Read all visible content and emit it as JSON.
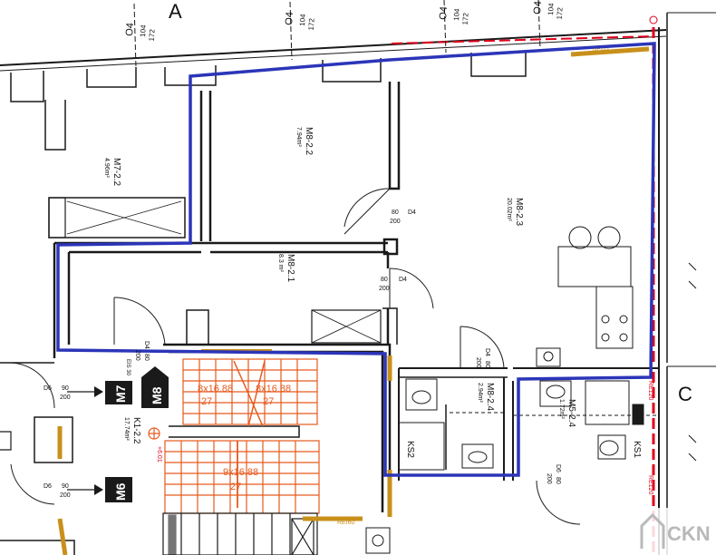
{
  "axes": {
    "top_letter": "A",
    "right_letter": "C",
    "grid_marks": [
      {
        "top": "O4",
        "mid": "104",
        "bot": "172"
      },
      {
        "top": "O4",
        "mid": "104",
        "bot": "172"
      },
      {
        "top": "O4",
        "mid": "104",
        "bot": "172"
      },
      {
        "top": "O4",
        "mid": "104",
        "bot": "172"
      }
    ]
  },
  "rooms": [
    {
      "id": "M7-2.2",
      "area": "4.96m²"
    },
    {
      "id": "M8-2.2",
      "area": "7.94m²"
    },
    {
      "id": "M8-2.3",
      "area": "20.02m²"
    },
    {
      "id": "M8-2.1",
      "area": "8.3 m²"
    },
    {
      "id": "M8-2.4",
      "area": "2.94m²"
    },
    {
      "id": "M5-2.4",
      "area": "1.72m²"
    },
    {
      "id": "K1-2.2",
      "area": "17.74m²"
    }
  ],
  "doors": [
    {
      "w": "80",
      "h": "200",
      "code": "D4"
    },
    {
      "w": "80",
      "h": "200",
      "code": "D4"
    },
    {
      "w": "80",
      "h": "200",
      "code": "D4"
    },
    {
      "w": "80",
      "h": "200",
      "code": "D4"
    },
    {
      "w": "90",
      "h": "200",
      "code": "D6"
    },
    {
      "w": "90",
      "h": "200",
      "code": "D6"
    },
    {
      "w": "80",
      "h": "200",
      "code": "D6"
    }
  ],
  "units": {
    "m7": "M7",
    "m8": "M8",
    "m6": "M6"
  },
  "stairs": [
    {
      "spec": "8x16.88",
      "count": "27"
    },
    {
      "spec": "8x16.88",
      "count": "27"
    },
    {
      "spec": "9x16.88",
      "count": "27"
    }
  ],
  "level_mark": "+6.01",
  "shafts": [
    "KS2",
    "KS1"
  ],
  "pipe_labels": {
    "re": "RE120",
    "re_c": "RE160",
    "ei": "EIS 30",
    "re_b": "REI60"
  },
  "logo": {
    "text": "CKN"
  },
  "colors": {
    "route": "#2b35b8",
    "fire_red": "#e0001b",
    "orange": "#e65a1e",
    "gold": "#c8901a",
    "wall": "#1a1a1a"
  }
}
